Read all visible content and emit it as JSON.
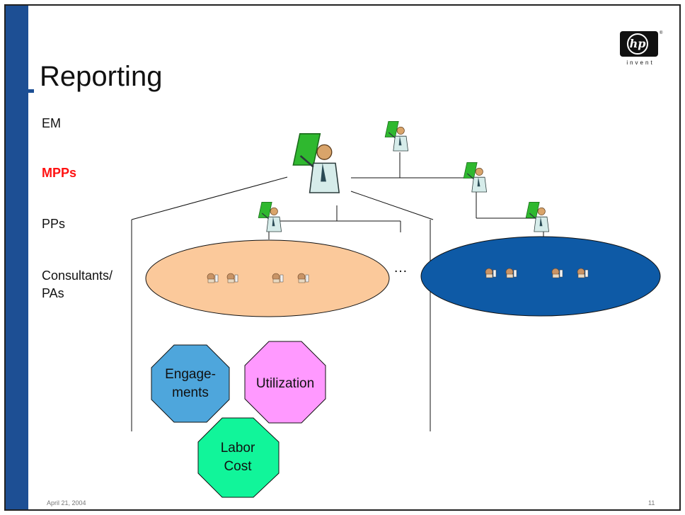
{
  "slide": {
    "title": "Reporting",
    "logo_text": "invent",
    "logo_mark": "hp",
    "levels": {
      "em": "EM",
      "mpps": "MPPs",
      "pps": "PPs",
      "consultants_line1": "Consultants/",
      "consultants_line2": "PAs"
    },
    "ellipsis": "…",
    "octagons": {
      "engagements_line1": "Engage-",
      "engagements_line2": "ments",
      "utilization": "Utilization",
      "labor_line1": "Labor",
      "labor_line2": "Cost"
    },
    "footer_date": "April 21, 2004",
    "page_number": "11"
  },
  "colors": {
    "sidebar": "#1d4f94",
    "mpps_label": "#ff1111",
    "team_ellipse_orange": "#fbc99b",
    "team_ellipse_blue": "#0e5aa6",
    "engagements": "#4ea6dc",
    "utilization": "#ff99ff",
    "labor_cost": "#11f59a"
  }
}
